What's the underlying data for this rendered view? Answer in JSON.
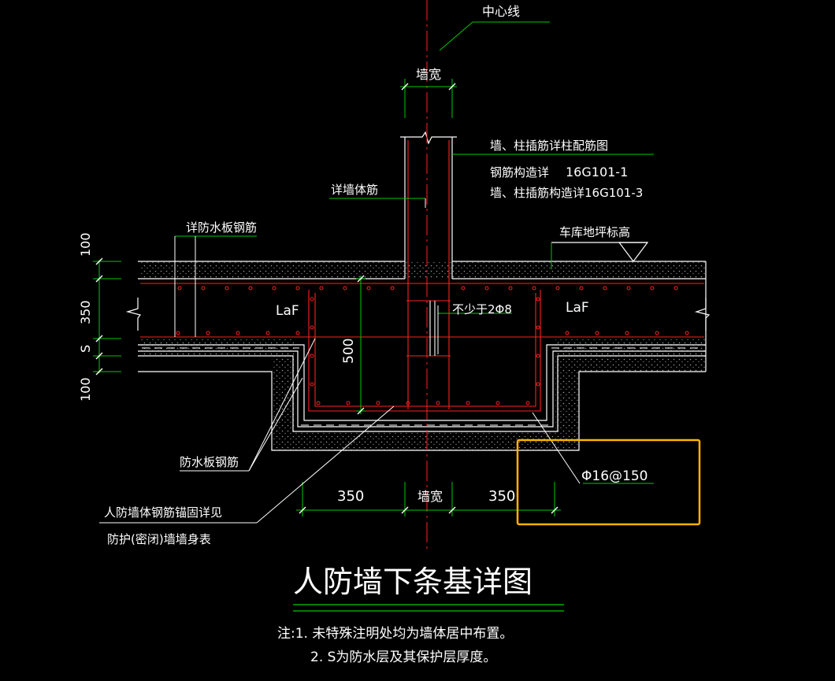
{
  "labels": {
    "centerline": "中心线",
    "wall_width_top": "墙宽",
    "wall_width_bottom": "墙宽",
    "note_dowel": "墙、柱插筋详柱配筋图",
    "note_rebar_detail": "钢筋构造详",
    "note_rebar_ref": "16G101-1",
    "note_dowel_detail": "墙、柱插筋构造详16G101-3",
    "wall_rebar": "详墙体筋",
    "waterproof_slab_top": "详防水板钢筋",
    "garage_floor": "车库地坪标高",
    "laf_left": "LaF",
    "laf_right": "LaF",
    "min_bars": "不少于2Φ8",
    "depth_500": "500",
    "waterproof_slab_rebar": "防水板钢筋",
    "anchor_line1": "人防墙体钢筋锚固详见",
    "anchor_line2": "防护(密闭)墙墙身表",
    "bottom_rebar": "Φ16@150",
    "dim_left_350": "350",
    "dim_right_350": "350"
  },
  "left_dims": {
    "d100_top": "100",
    "d350": "350",
    "ds": "S",
    "d100_bot": "100"
  },
  "title": "人防墙下条基详图",
  "notes": {
    "line1": "注:1. 未特殊注明处均为墙体居中布置。",
    "line2": "2. S为防水层及其保护层厚度。"
  },
  "colors": {
    "background": "#000000",
    "rebar": "#ff2020",
    "dimension": "#00c800",
    "structure": "#ffffff",
    "highlight": "#ffb400"
  }
}
